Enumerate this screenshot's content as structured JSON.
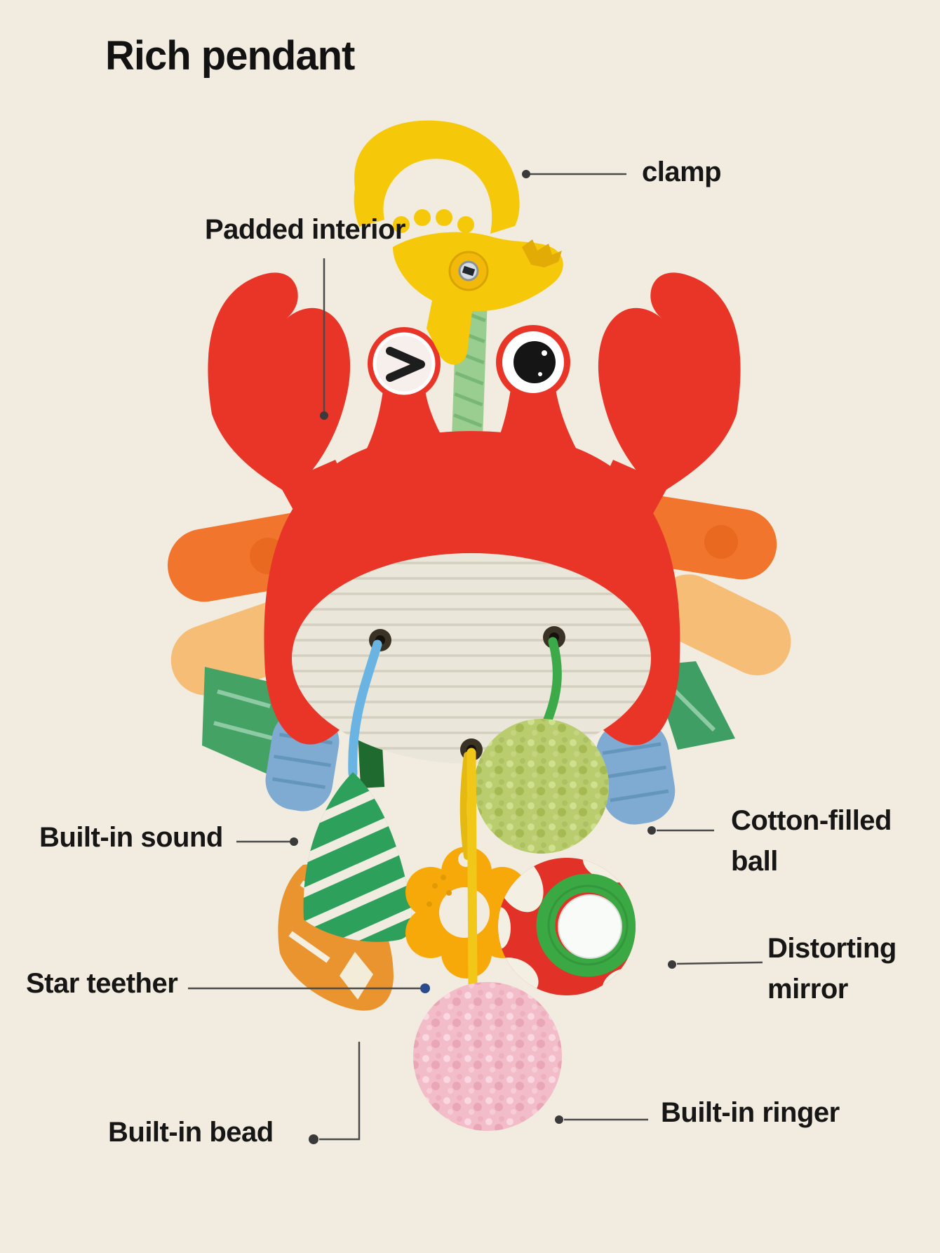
{
  "page": {
    "title": "Rich pendant",
    "background_color": "#f1ecdf",
    "text_color": "#161616"
  },
  "callouts": {
    "clamp": {
      "text": "clamp"
    },
    "padded_interior": {
      "text": "Padded interior"
    },
    "built_in_sound": {
      "text": "Built-in sound"
    },
    "cotton_filled_ball": {
      "line1": "Cotton-filled",
      "line2": "ball"
    },
    "star_teether": {
      "text": "Star teether"
    },
    "distorting_mirror": {
      "line1": "Distorting",
      "line2": "mirror"
    },
    "built_in_bead": {
      "text": "Built-in bead"
    },
    "built_in_ringer": {
      "text": "Built-in ringer"
    }
  },
  "illustration": {
    "subject": "crab-shaped hanging baby toy with pendants",
    "parts": [
      "clamp-icon",
      "hanging-strap",
      "crab-claws",
      "crab-eyes",
      "crab-shell",
      "corduroy-belly",
      "crab-legs",
      "fabric-leaves",
      "blue-cord",
      "green-cord",
      "yellow-cord",
      "striped-triangle-rattle",
      "orange-pattern-pouch",
      "star-teether",
      "cotton-filled-ball",
      "distorting-mirror-ball",
      "pink-ringer-ball"
    ],
    "colors": {
      "crab_red": "#e93528",
      "clamp_yellow": "#f6c80a",
      "belly_cream": "#eae6d9",
      "strap_green": "#9ace90",
      "cord_blue": "#6ab4e4",
      "cord_green": "#3caa49",
      "cord_yellow": "#f2c818",
      "leg_orange": "#f1752c",
      "leg_peach": "#f6bd76",
      "leaf_green": "#44a265",
      "mitt_blue": "#7fabd2",
      "pompom_green": "#b9cd6e",
      "pompom_pink": "#f2bcc8",
      "mirror_ring_green": "#3aa843",
      "teether_orange": "#f7a90a",
      "triangle_green": "#2da05c",
      "pouch_orange": "#e9942e",
      "leader_line": "#4a4a4a",
      "star_dot_blue": "#2c4b8f"
    }
  }
}
